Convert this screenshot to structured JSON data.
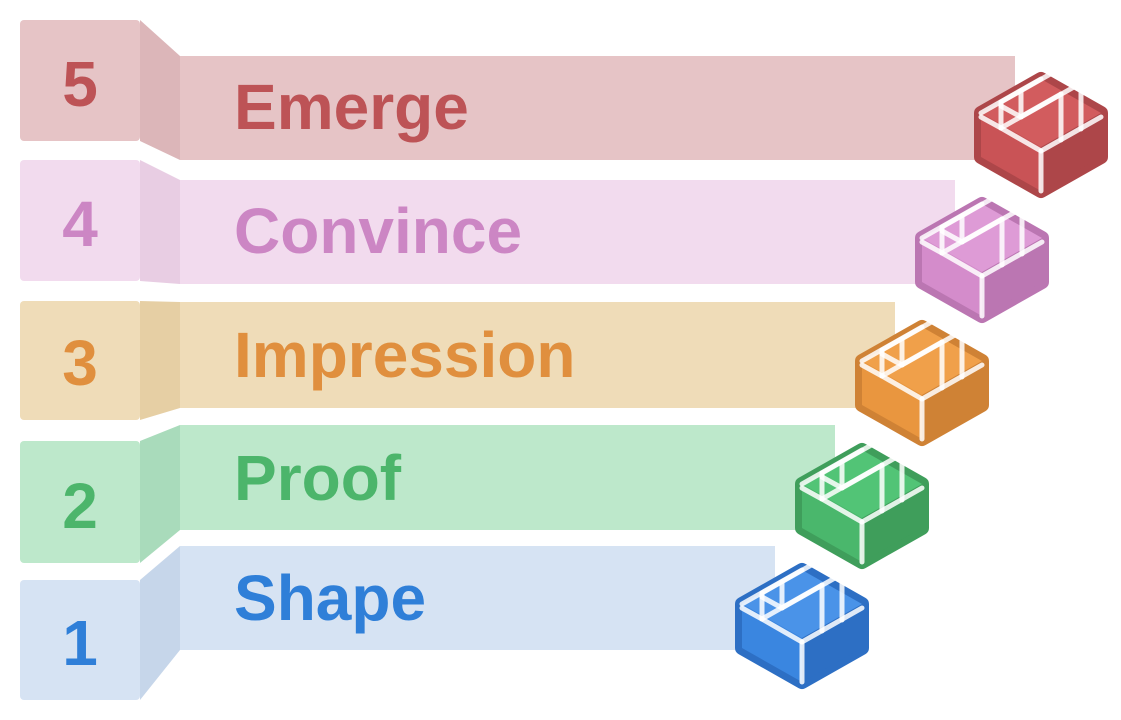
{
  "steps": [
    {
      "number": "1",
      "label": "Shape",
      "colors": {
        "band": "#d6e3f3",
        "tab_side": "#c6d6ea",
        "text": "#2f7fd8",
        "icon_top": "#4a93e8",
        "icon_front": "#3a86e0",
        "icon_side": "#2d6fc4"
      }
    },
    {
      "number": "2",
      "label": "Proof",
      "colors": {
        "band": "#bde8cb",
        "tab_side": "#a9dbbb",
        "text": "#4cb56b",
        "icon_top": "#52c476",
        "icon_front": "#4ab76c",
        "icon_side": "#3f9e5b"
      }
    },
    {
      "number": "3",
      "label": "Impression",
      "colors": {
        "band": "#efdcb8",
        "tab_side": "#e6cfa4",
        "text": "#e08f3e",
        "icon_top": "#f0a04a",
        "icon_front": "#e9963f",
        "icon_side": "#cf8235"
      }
    },
    {
      "number": "4",
      "label": "Convince",
      "colors": {
        "band": "#f2dbee",
        "tab_side": "#e8cde3",
        "text": "#cc86c4",
        "icon_top": "#de9bd6",
        "icon_front": "#d48ccb",
        "icon_side": "#bb76b2"
      }
    },
    {
      "number": "5",
      "label": "Emerge",
      "colors": {
        "band": "#e6c4c6",
        "tab_side": "#dcb6b9",
        "text": "#bd5356",
        "icon_top": "#d25c5e",
        "icon_front": "#c95356",
        "icon_side": "#ad4649"
      }
    }
  ],
  "icon_name": "stairs-icon"
}
